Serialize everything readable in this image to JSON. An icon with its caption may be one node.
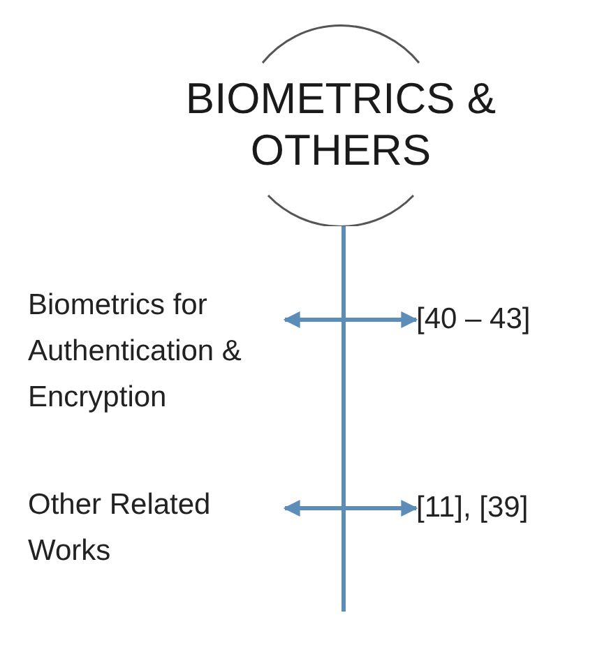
{
  "diagram": {
    "nodes": [
      {
        "text": [
          "BIOMETRICS & OTHERS"
        ]
      },
      {
        "text": [
          "Biometrics for Authentication & Encryption"
        ]
      },
      {
        "text": [
          "[40 – 43]"
        ]
      },
      {
        "text": [
          "Other Related Works"
        ]
      },
      {
        "text": [
          "[11], [39]"
        ]
      }
    ],
    "edges": [
      {
        "from": 0,
        "to": null,
        "arrow": "none"
      },
      {
        "from": 1,
        "to": 2,
        "arrow": "both"
      },
      {
        "from": 3,
        "to": 4,
        "arrow": "both"
      }
    ]
  }
}
